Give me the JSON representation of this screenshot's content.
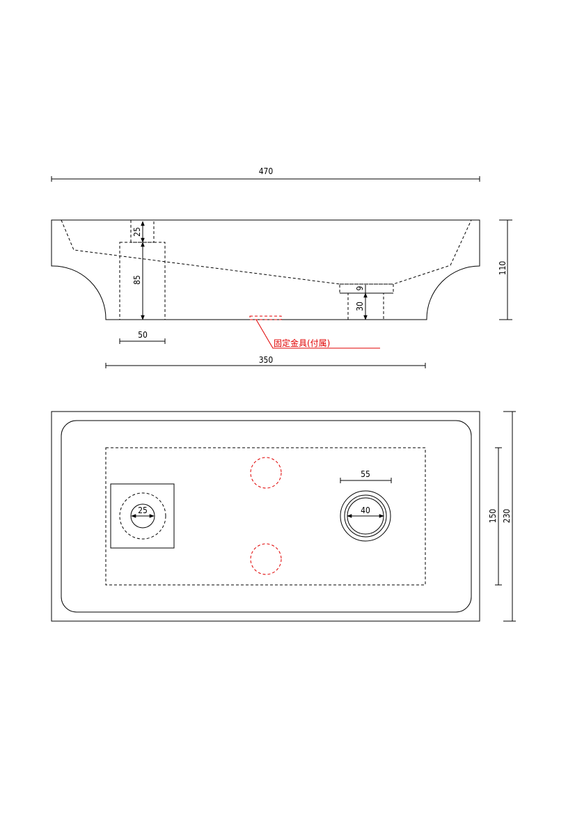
{
  "side_view": {
    "dim_total_width": "470",
    "dim_height": "110",
    "dim_drain_upper": "25",
    "dim_drain_lower": "85",
    "dim_drain_width": "50",
    "dim_faucet_upper": "9",
    "dim_faucet_lower": "30",
    "dim_base_width": "350",
    "fixture_note": "固定金具(付属)"
  },
  "top_view": {
    "dim_drain_hole": "25",
    "dim_faucet_hole": "40",
    "dim_faucet_outer": "55",
    "dim_inner_depth": "150",
    "dim_total_depth": "230"
  },
  "colors": {
    "line": "#000000",
    "annotation": "#e00000"
  }
}
